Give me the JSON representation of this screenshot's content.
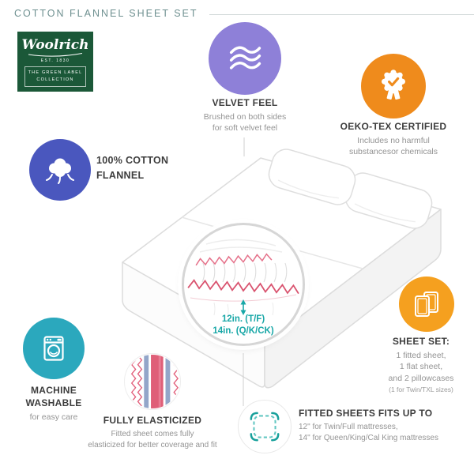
{
  "header": {
    "title": "COTTON FLANNEL SHEET SET"
  },
  "logo": {
    "brand": "Woolrich",
    "est": "EST. 1830",
    "collection_line1": "THE GREEN LABEL",
    "collection_line2": "COLLECTION",
    "color": "#1B5838"
  },
  "features": {
    "velvet": {
      "icon": "velvet-waves-icon",
      "color": "#8E80D8",
      "title": "VELVET FEEL",
      "desc": "Brushed on both sides\nfor soft velvet feel"
    },
    "oeko": {
      "icon": "certificate-medal-icon",
      "color": "#EF8B1C",
      "title": "OEKO-TEX CERTIFIED",
      "desc": "Includes no harmful\nsubstancesor chemicals"
    },
    "cotton": {
      "icon": "cotton-boll-icon",
      "color": "#4A57BE",
      "title": "100% COTTON\nFLANNEL"
    },
    "machine": {
      "icon": "washing-machine-icon",
      "color": "#2BA8BD",
      "title": "MACHINE\nWASHABLE",
      "desc": "for easy care"
    },
    "elastic": {
      "icon": "elastic-band-swatch",
      "color": "#DF5F78",
      "title": "FULLY ELASTICIZED",
      "desc": "Fitted sheet comes fully\nelasticized for better coverage and fit"
    },
    "sheetset": {
      "icon": "sheet-stack-icon",
      "color": "#F5A01F",
      "title": "SHEET SET:",
      "desc": "1 fitted sheet,\n1 flat sheet,\nand 2 pillowcases",
      "note": "(1 for Twin/TXL sizes)"
    },
    "fitted": {
      "icon": "fitted-sheet-corners-icon",
      "color": "#18A7A7",
      "title": "FITTED SHEETS FITS UP TO",
      "desc": "12\" for Twin/Full mattresses,\n14\" for Queen/King/Cal King mattresses"
    }
  },
  "detail": {
    "depth_small": "12in. (T/F)",
    "depth_large": "14in. (Q/K/CK)"
  }
}
